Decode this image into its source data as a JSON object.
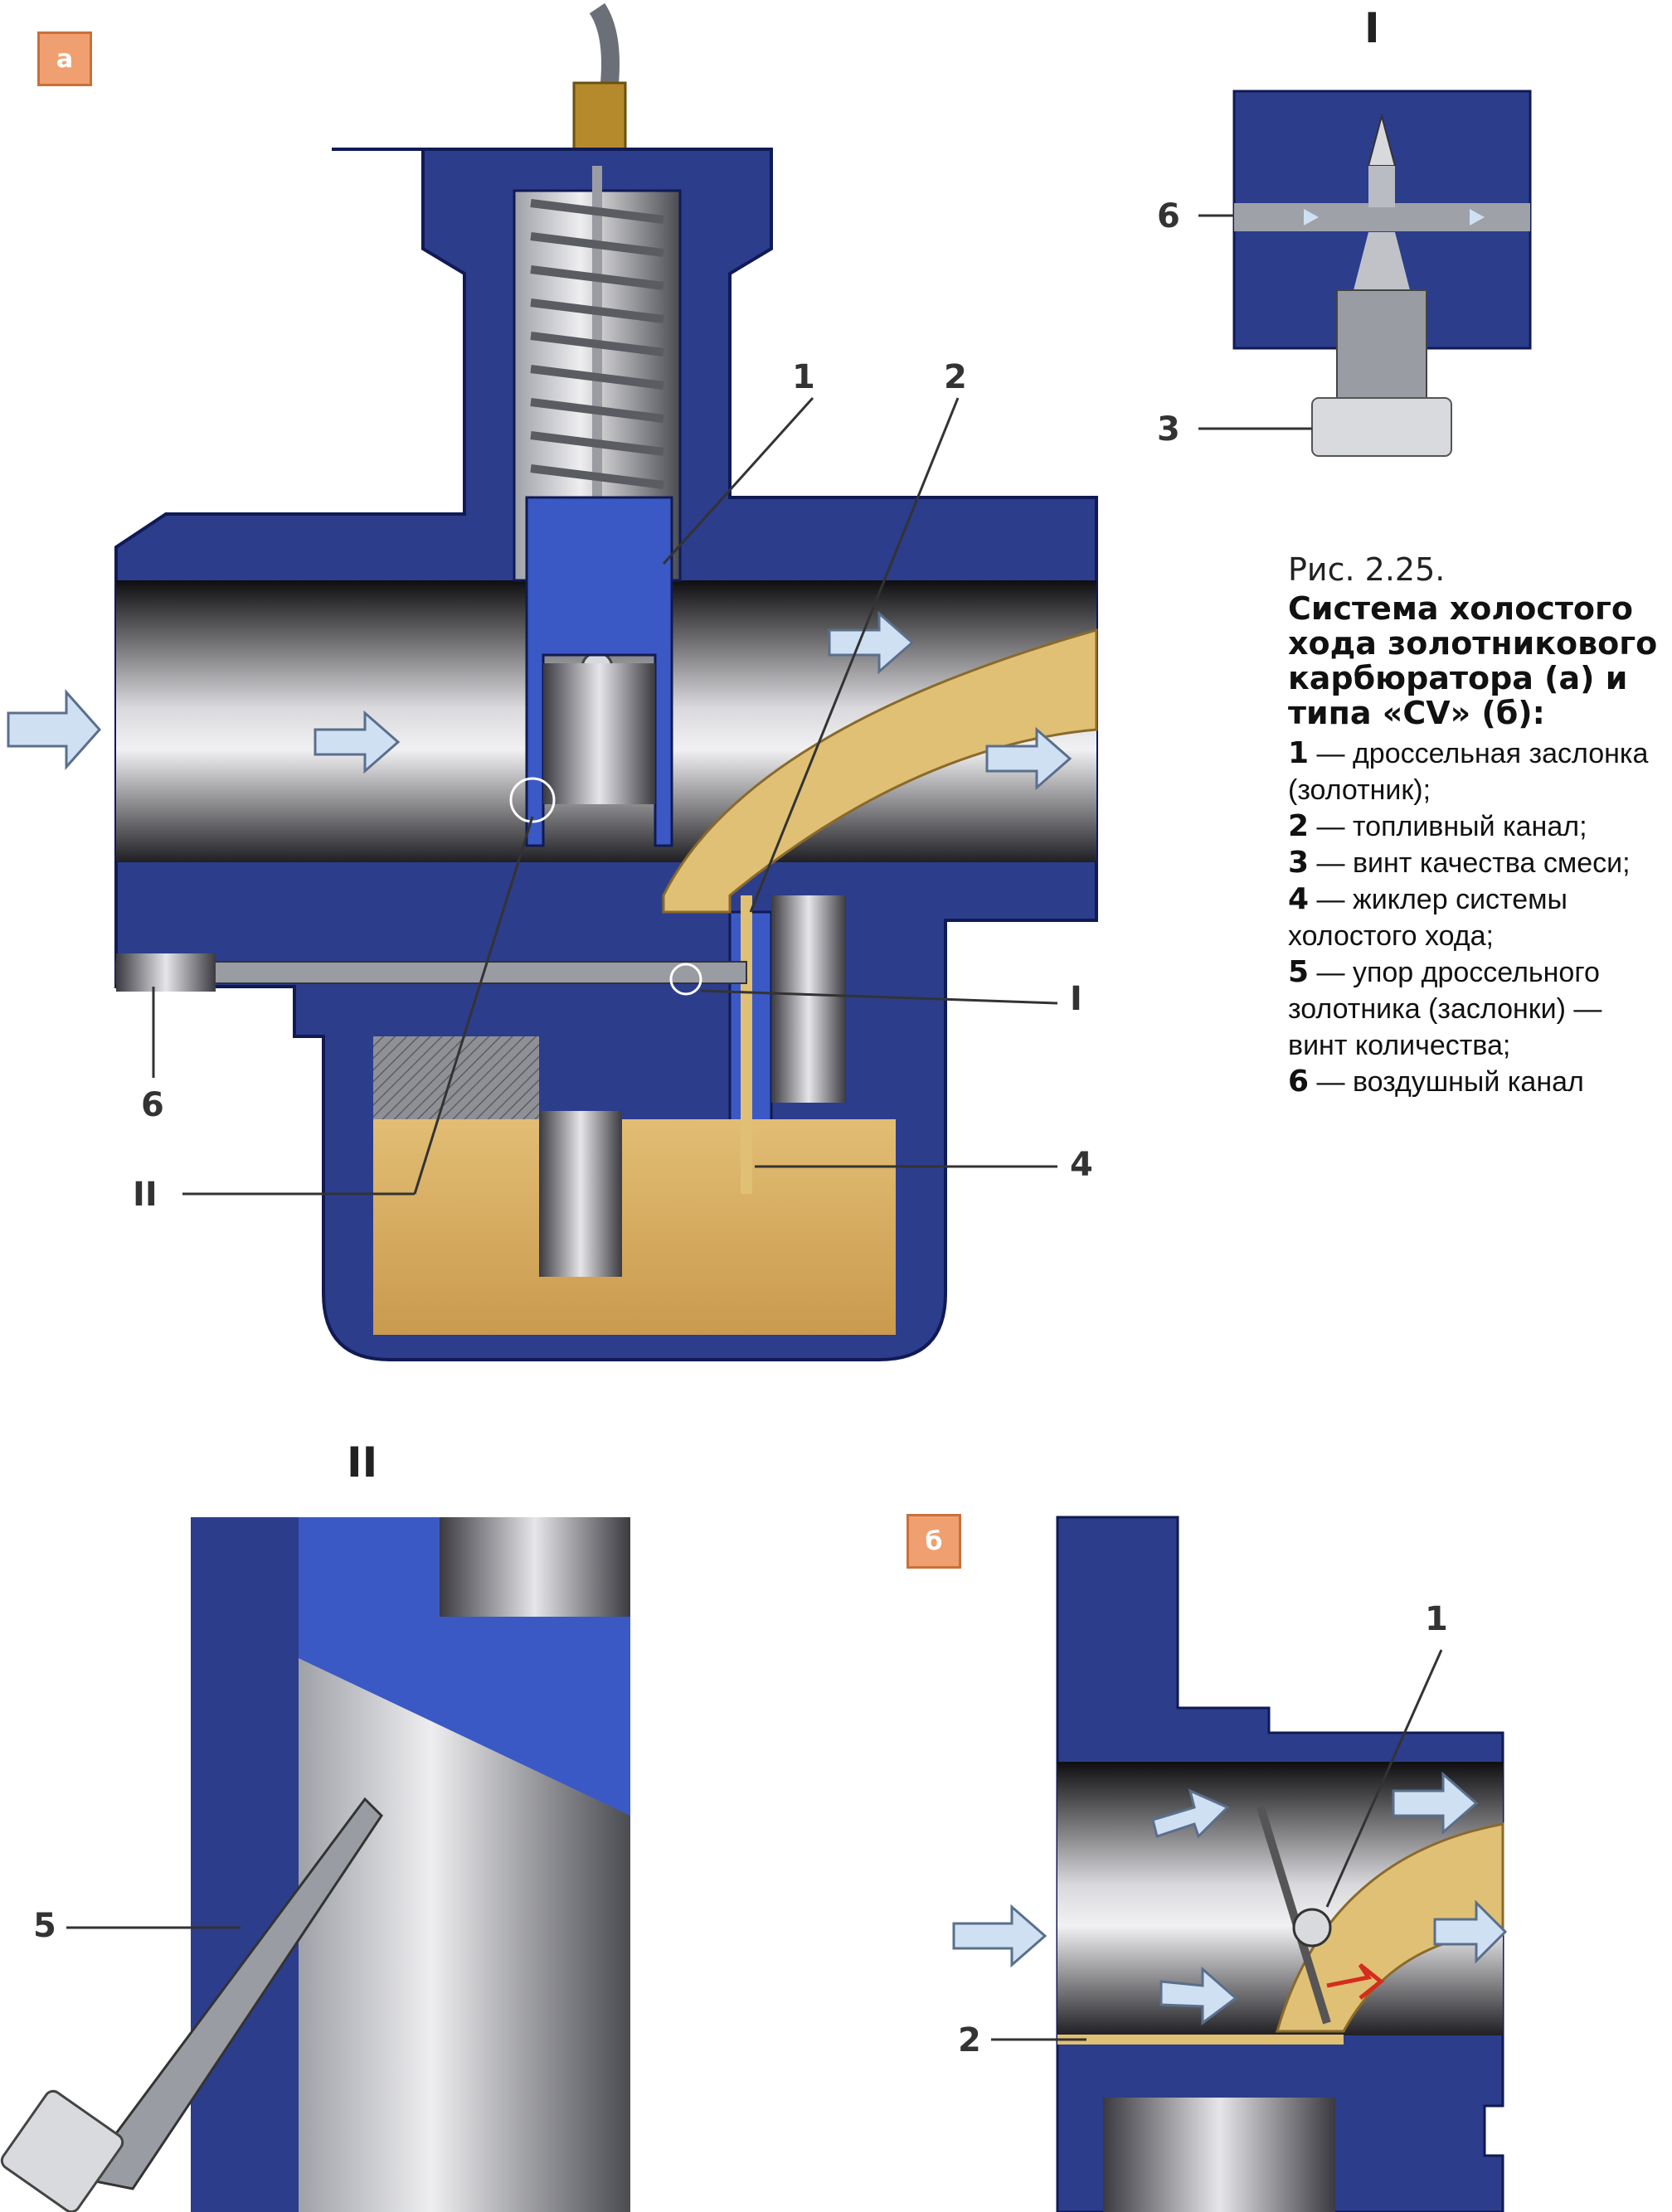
{
  "badges": {
    "a": "а",
    "b": "б"
  },
  "detail_titles": {
    "I": "I",
    "II": "II"
  },
  "callouts": {
    "main_1": "1",
    "main_2": "2",
    "main_4": "4",
    "main_6": "6",
    "main_I": "I",
    "main_II": "II",
    "detI_6": "6",
    "detI_3": "3",
    "detII_5": "5",
    "b_1": "1",
    "b_2": "2"
  },
  "caption": {
    "fig": "Рис. 2.25.",
    "title": "Система холостого хода золотникового карбюратора (а) и типа «CV» (б):",
    "items": [
      {
        "n": "1",
        "text": "дроссельная заслонка (золотник);"
      },
      {
        "n": "2",
        "text": "топливный канал;"
      },
      {
        "n": "3",
        "text": "винт качества смеси;"
      },
      {
        "n": "4",
        "text": "жиклер системы холостого хода;"
      },
      {
        "n": "5",
        "text": "упор дроссельного золотника (заслонки) — винт количества;"
      },
      {
        "n": "6",
        "text": "воздушный канал"
      }
    ]
  },
  "colors": {
    "body": "#2c3d8c",
    "body_dark": "#1d2a6a",
    "fuel": "#d8b26a",
    "steel": "#b9bcc2",
    "arrow": "#cfe0f3"
  }
}
